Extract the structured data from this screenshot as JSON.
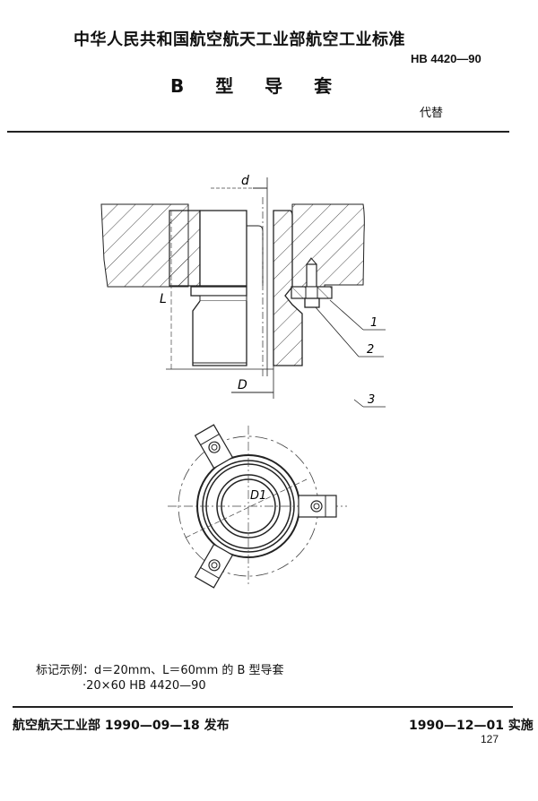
{
  "header": {
    "organization_title": "中华人民共和国航空航天工业部航空工业标准",
    "standard_number": "HB 4420—90",
    "document_title": "B 型 导 套",
    "replaces_label": "代替"
  },
  "figure": {
    "dimension_labels": {
      "d": "d",
      "L": "L",
      "D": "D",
      "D1": "D1"
    },
    "callouts": [
      "1",
      "2",
      "3"
    ]
  },
  "marking_example": {
    "line1": "标记示例：d＝20mm、L＝60mm 的 B 型导套",
    "line2": "·20×60   HB 4420—90"
  },
  "footer": {
    "issued": "航空航天工业部 1990—09—18 发布",
    "effective": "1990—12—01 实施",
    "page_number": "127"
  }
}
